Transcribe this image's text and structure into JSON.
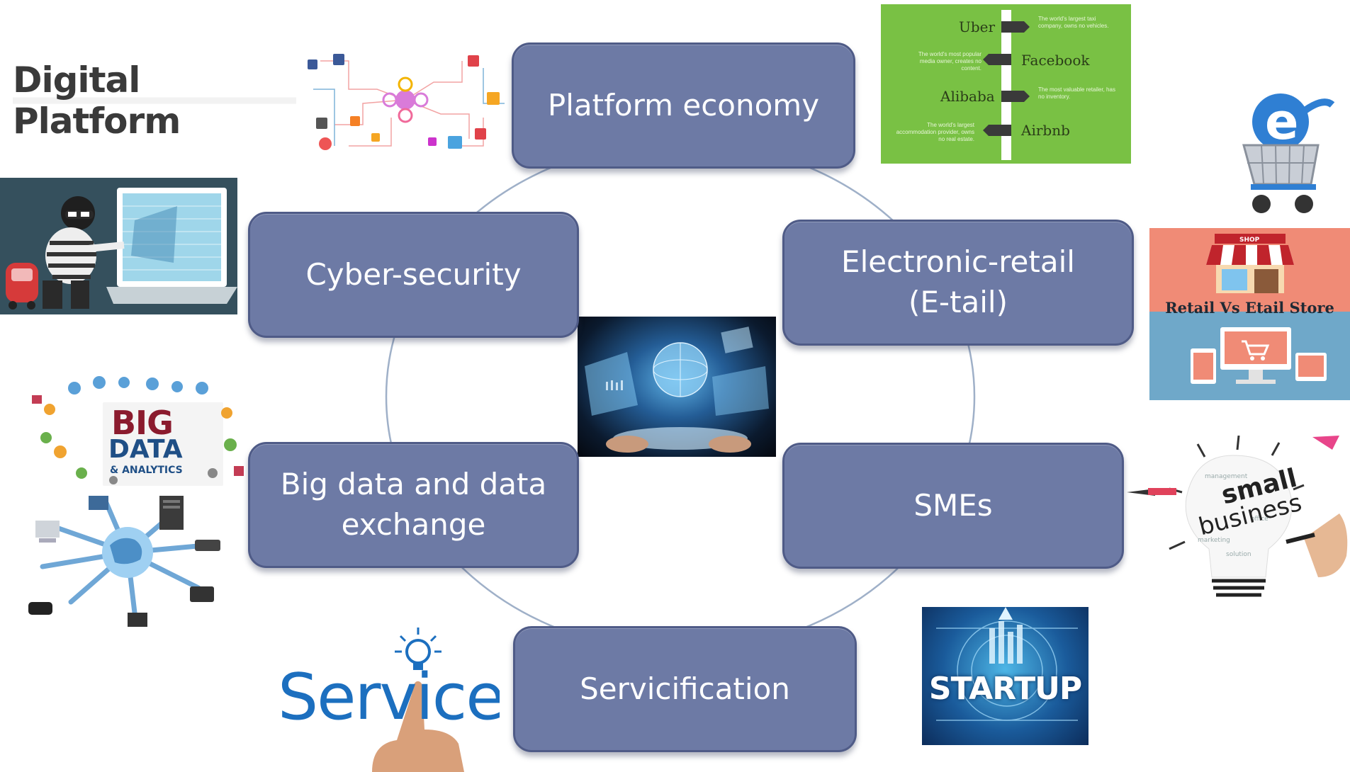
{
  "nodes": {
    "platform_economy": "Platform economy",
    "electronic_retail": "Electronic-retail\n(E-tail)",
    "smes": "SMEs",
    "servicification": "Servicification",
    "big_data": "Big data and data\nexchange",
    "cyber_security": "Cyber-security"
  },
  "images": {
    "digital_platform": {
      "title": "Digital Platform"
    },
    "platform_companies": {
      "labels": [
        "Uber",
        "Facebook",
        "Alibaba",
        "Airbnb"
      ],
      "notes": [
        "The world's largest taxi company, owns no vehicles.",
        "The world's most popular media owner, creates no content.",
        "The most valuable retailer, has no inventory.",
        "The world's largest accommodation provider, owns no real estate."
      ]
    },
    "retail_store": {
      "caption": "Retail Vs Etail Store",
      "shop_sign": "SHOP"
    },
    "big_data_analytics": {
      "line1": "BIG",
      "line2": "DATA",
      "line3": "& ANALYTICS"
    },
    "service": {
      "word": "Service"
    },
    "startup": {
      "word": "STARTUP"
    },
    "small_business": {
      "line1": "small",
      "line2": "business"
    }
  },
  "colors": {
    "node_fill": "#6d7aa5",
    "node_border": "#4f5b87",
    "connector": "#9fb0c8"
  }
}
